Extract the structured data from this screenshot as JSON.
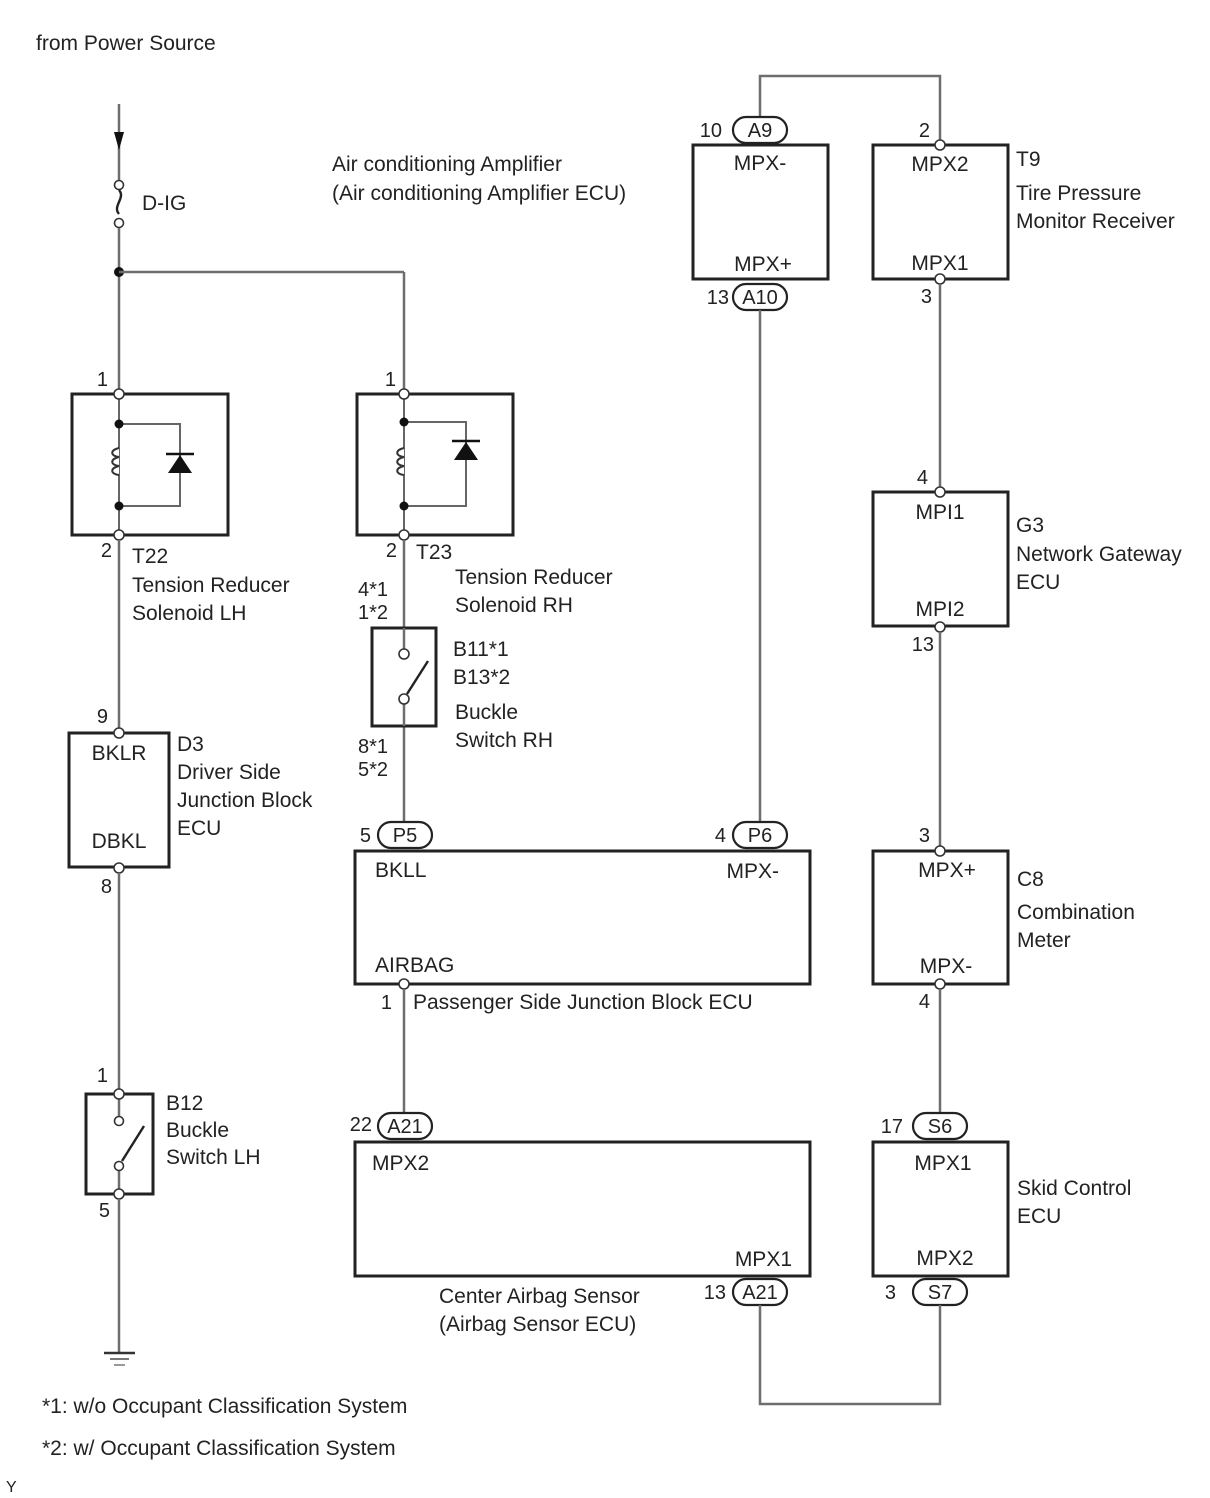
{
  "title": "from Power Source",
  "fuse": {
    "name": "D-IG"
  },
  "components": {
    "t22": {
      "code": "T22",
      "name_line1": "Tension Reducer",
      "name_line2": "Solenoid LH",
      "pin_top": "1",
      "pin_bottom": "2"
    },
    "t23": {
      "code": "T23",
      "name_line1": "Tension Reducer",
      "name_line2": "Solenoid RH",
      "pin_top": "1",
      "pin_bottom": "2"
    },
    "buckle_rh": {
      "code_line1": "B11*1",
      "code_line2": "B13*2",
      "name_line1": "Buckle",
      "name_line2": "Switch RH",
      "pin_top_line1": "4*1",
      "pin_top_line2": "1*2",
      "pin_bottom_line1": "8*1",
      "pin_bottom_line2": "5*2"
    },
    "d3": {
      "code": "D3",
      "name_line1": "Driver Side",
      "name_line2": "Junction  Block",
      "name_line3": "ECU",
      "term_top": "BKLR",
      "term_bottom": "DBKL",
      "pin_top": "9",
      "pin_bottom": "8"
    },
    "b12": {
      "code": "B12",
      "name_line1": "Buckle",
      "name_line2": "Switch LH",
      "pin_top": "1",
      "pin_bottom": "5"
    },
    "ac_amp": {
      "name_line1": "Air conditioning Amplifier",
      "name_line2": "(Air conditioning Amplifier ECU)",
      "term_top": "MPX-",
      "term_bottom": "MPX+",
      "pin_top": "10",
      "conn_top": "A9",
      "pin_bottom": "13",
      "conn_bottom": "A10"
    },
    "t9": {
      "code": "T9",
      "name_line1": "Tire Pressure",
      "name_line2": "Monitor Receiver",
      "term_top": "MPX2",
      "term_bottom": "MPX1",
      "pin_top": "2",
      "pin_bottom": "3"
    },
    "g3": {
      "code": "G3",
      "name_line1": "Network Gateway",
      "name_line2": "ECU",
      "term_top": "MPI1",
      "term_bottom": "MPI2",
      "pin_top": "4",
      "pin_bottom": "13"
    },
    "pjb": {
      "name": "Passenger Side Junction Block ECU",
      "term_top_left": "BKLL",
      "term_top_right": "MPX-",
      "term_bottom_left": "AIRBAG",
      "pin_left": "5",
      "conn_left": "P5",
      "pin_right": "4",
      "conn_right": "P6",
      "pin_bottom": "1"
    },
    "c8": {
      "code": "C8",
      "name_line1": "Combination",
      "name_line2": "Meter",
      "term_top": "MPX+",
      "term_bottom": "MPX-",
      "pin_top": "3",
      "pin_bottom": "4"
    },
    "airbag": {
      "name_line1": "Center Airbag Sensor",
      "name_line2": "(Airbag Sensor ECU)",
      "term_top": "MPX2",
      "term_bottom": "MPX1",
      "pin_top": "22",
      "conn_top": "A21",
      "pin_bottom": "13",
      "conn_bottom": "A21"
    },
    "skid": {
      "name_line1": "Skid Control",
      "name_line2": "ECU",
      "term_top": "MPX1",
      "term_bottom": "MPX2",
      "pin_top": "17",
      "conn_top": "S6",
      "pin_bottom": "3",
      "conn_bottom": "S7"
    }
  },
  "notes": {
    "note1": "*1: w/o Occupant Classification System",
    "note2": "*2: w/ Occupant Classification System"
  },
  "corner_mark": "Y"
}
